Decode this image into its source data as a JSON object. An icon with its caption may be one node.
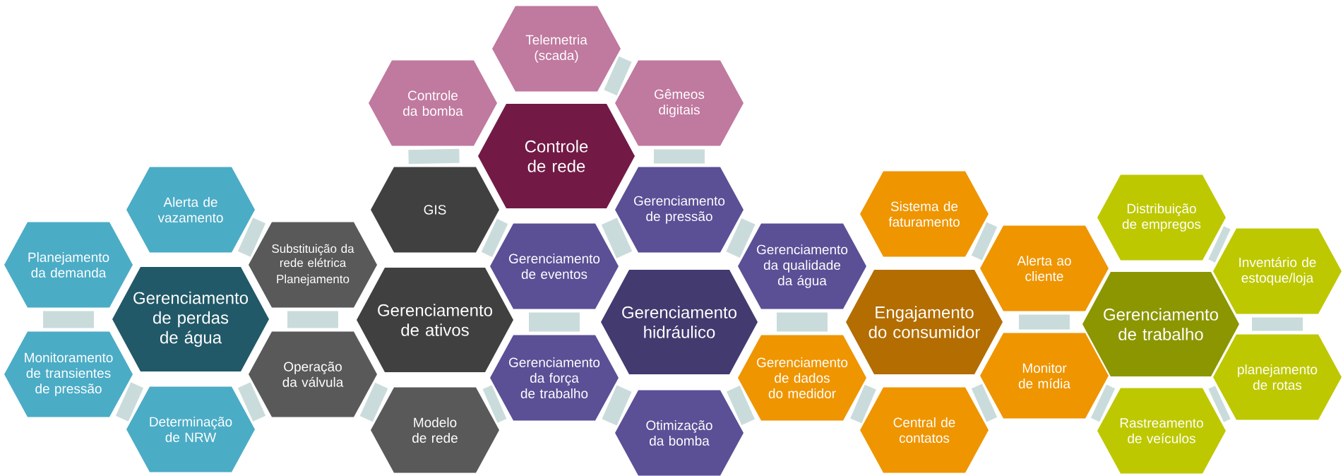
{
  "diagram": {
    "nodes": [
      {
        "text": [
          "Planejamento da demanda"
        ]
      },
      {
        "text": [
          "Monitoramento de transientes de pressão"
        ]
      },
      {
        "text": [
          "Alerta de vazamento"
        ]
      },
      {
        "text": [
          "Gerenciamento de perdas de água"
        ]
      },
      {
        "text": [
          "Determinação de NRW"
        ]
      },
      {
        "text": [
          "Substituição da rede elétrica",
          "Planejamento"
        ]
      },
      {
        "text": [
          "Operação da válvula"
        ]
      },
      {
        "text": [
          "Controle da bomba"
        ]
      },
      {
        "text": [
          "GIS"
        ]
      },
      {
        "text": [
          "Gerenciamento de ativos"
        ]
      },
      {
        "text": [
          "Modelo de rede"
        ]
      },
      {
        "text": [
          "Telemetria (scada)"
        ]
      },
      {
        "text": [
          "Controle de rede"
        ]
      },
      {
        "text": [
          "Gerenciamento de eventos"
        ]
      },
      {
        "text": [
          "Gerenciamento da força de trabalho"
        ]
      },
      {
        "text": [
          "Gêmeos digitais"
        ]
      },
      {
        "text": [
          "Gerenciamento de pressão"
        ]
      },
      {
        "text": [
          "Gerenciamento hidráulico"
        ]
      },
      {
        "text": [
          "Otimização da bomba"
        ]
      },
      {
        "text": [
          "Gerenciamento da qualidade da água"
        ]
      },
      {
        "text": [
          "Gerenciamento de dados do medidor"
        ]
      },
      {
        "text": [
          "Sistema de faturamento"
        ]
      },
      {
        "text": [
          "Engajamento do consumidor"
        ]
      },
      {
        "text": [
          "Central de contatos"
        ]
      },
      {
        "text": [
          "Alerta ao cliente"
        ]
      },
      {
        "text": [
          "Monitor de mídia"
        ]
      },
      {
        "text": [
          "Distribuição de empregos"
        ]
      },
      {
        "text": [
          "Gerenciamento de trabalho"
        ]
      },
      {
        "text": [
          "Rastreamento de veículos"
        ]
      },
      {
        "text": [
          "Inventário de estoque/loja"
        ]
      },
      {
        "text": [
          "planejamento de rotas"
        ]
      }
    ],
    "edges": [
      {
        "from": 0,
        "to": 1,
        "arrow": "none"
      },
      {
        "from": 1,
        "to": 4,
        "arrow": "none"
      },
      {
        "from": 2,
        "to": 5,
        "arrow": "none"
      },
      {
        "from": 4,
        "to": 6,
        "arrow": "none"
      },
      {
        "from": 5,
        "to": 6,
        "arrow": "none"
      },
      {
        "from": 6,
        "to": 10,
        "arrow": "none"
      },
      {
        "from": 7,
        "to": 8,
        "arrow": "none"
      },
      {
        "from": 8,
        "to": 13,
        "arrow": "none"
      },
      {
        "from": 10,
        "to": 14,
        "arrow": "none"
      },
      {
        "from": 11,
        "to": 15,
        "arrow": "none"
      },
      {
        "from": 13,
        "to": 14,
        "arrow": "none"
      },
      {
        "from": 13,
        "to": 16,
        "arrow": "none"
      },
      {
        "from": 14,
        "to": 18,
        "arrow": "none"
      },
      {
        "from": 15,
        "to": 16,
        "arrow": "none"
      },
      {
        "from": 16,
        "to": 19,
        "arrow": "none"
      },
      {
        "from": 18,
        "to": 20,
        "arrow": "none"
      },
      {
        "from": 19,
        "to": 20,
        "arrow": "none"
      },
      {
        "from": 20,
        "to": 23,
        "arrow": "none"
      },
      {
        "from": 21,
        "to": 24,
        "arrow": "none"
      },
      {
        "from": 23,
        "to": 25,
        "arrow": "none"
      },
      {
        "from": 24,
        "to": 25,
        "arrow": "none"
      },
      {
        "from": 25,
        "to": 28,
        "arrow": "none"
      },
      {
        "from": 26,
        "to": 29,
        "arrow": "none"
      },
      {
        "from": 28,
        "to": 30,
        "arrow": "none"
      },
      {
        "from": 29,
        "to": 30,
        "arrow": "none"
      }
    ]
  }
}
